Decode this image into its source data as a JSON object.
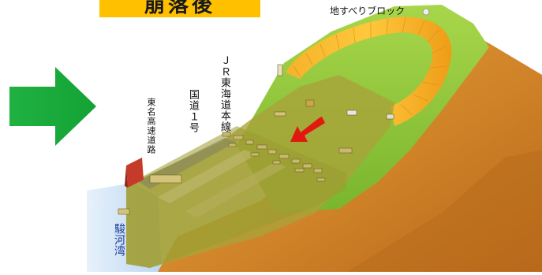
{
  "title": "崩落後",
  "labels": {
    "landslide_block": "地すべりブロック",
    "jr_tokaido_line": "ＪＲ東海道本線",
    "national_route_1": "国道１号",
    "tomei_expressway": "東名高速道路",
    "suruga_bay": "駿河湾"
  },
  "colors": {
    "title_bg": "#ffc000",
    "arrow_green": "#1faf3c",
    "slide_arrow_red": "#e01a10",
    "grass_green": "#8cc63f",
    "scarp_orange": "#f7a81b",
    "ground_brown": "#c9781e",
    "debris_olive": "#a8a83a",
    "sea_blue": "#cfe3f7"
  },
  "icons": {
    "transition_arrow": "right-arrow",
    "slide_direction": "red-arrow"
  }
}
